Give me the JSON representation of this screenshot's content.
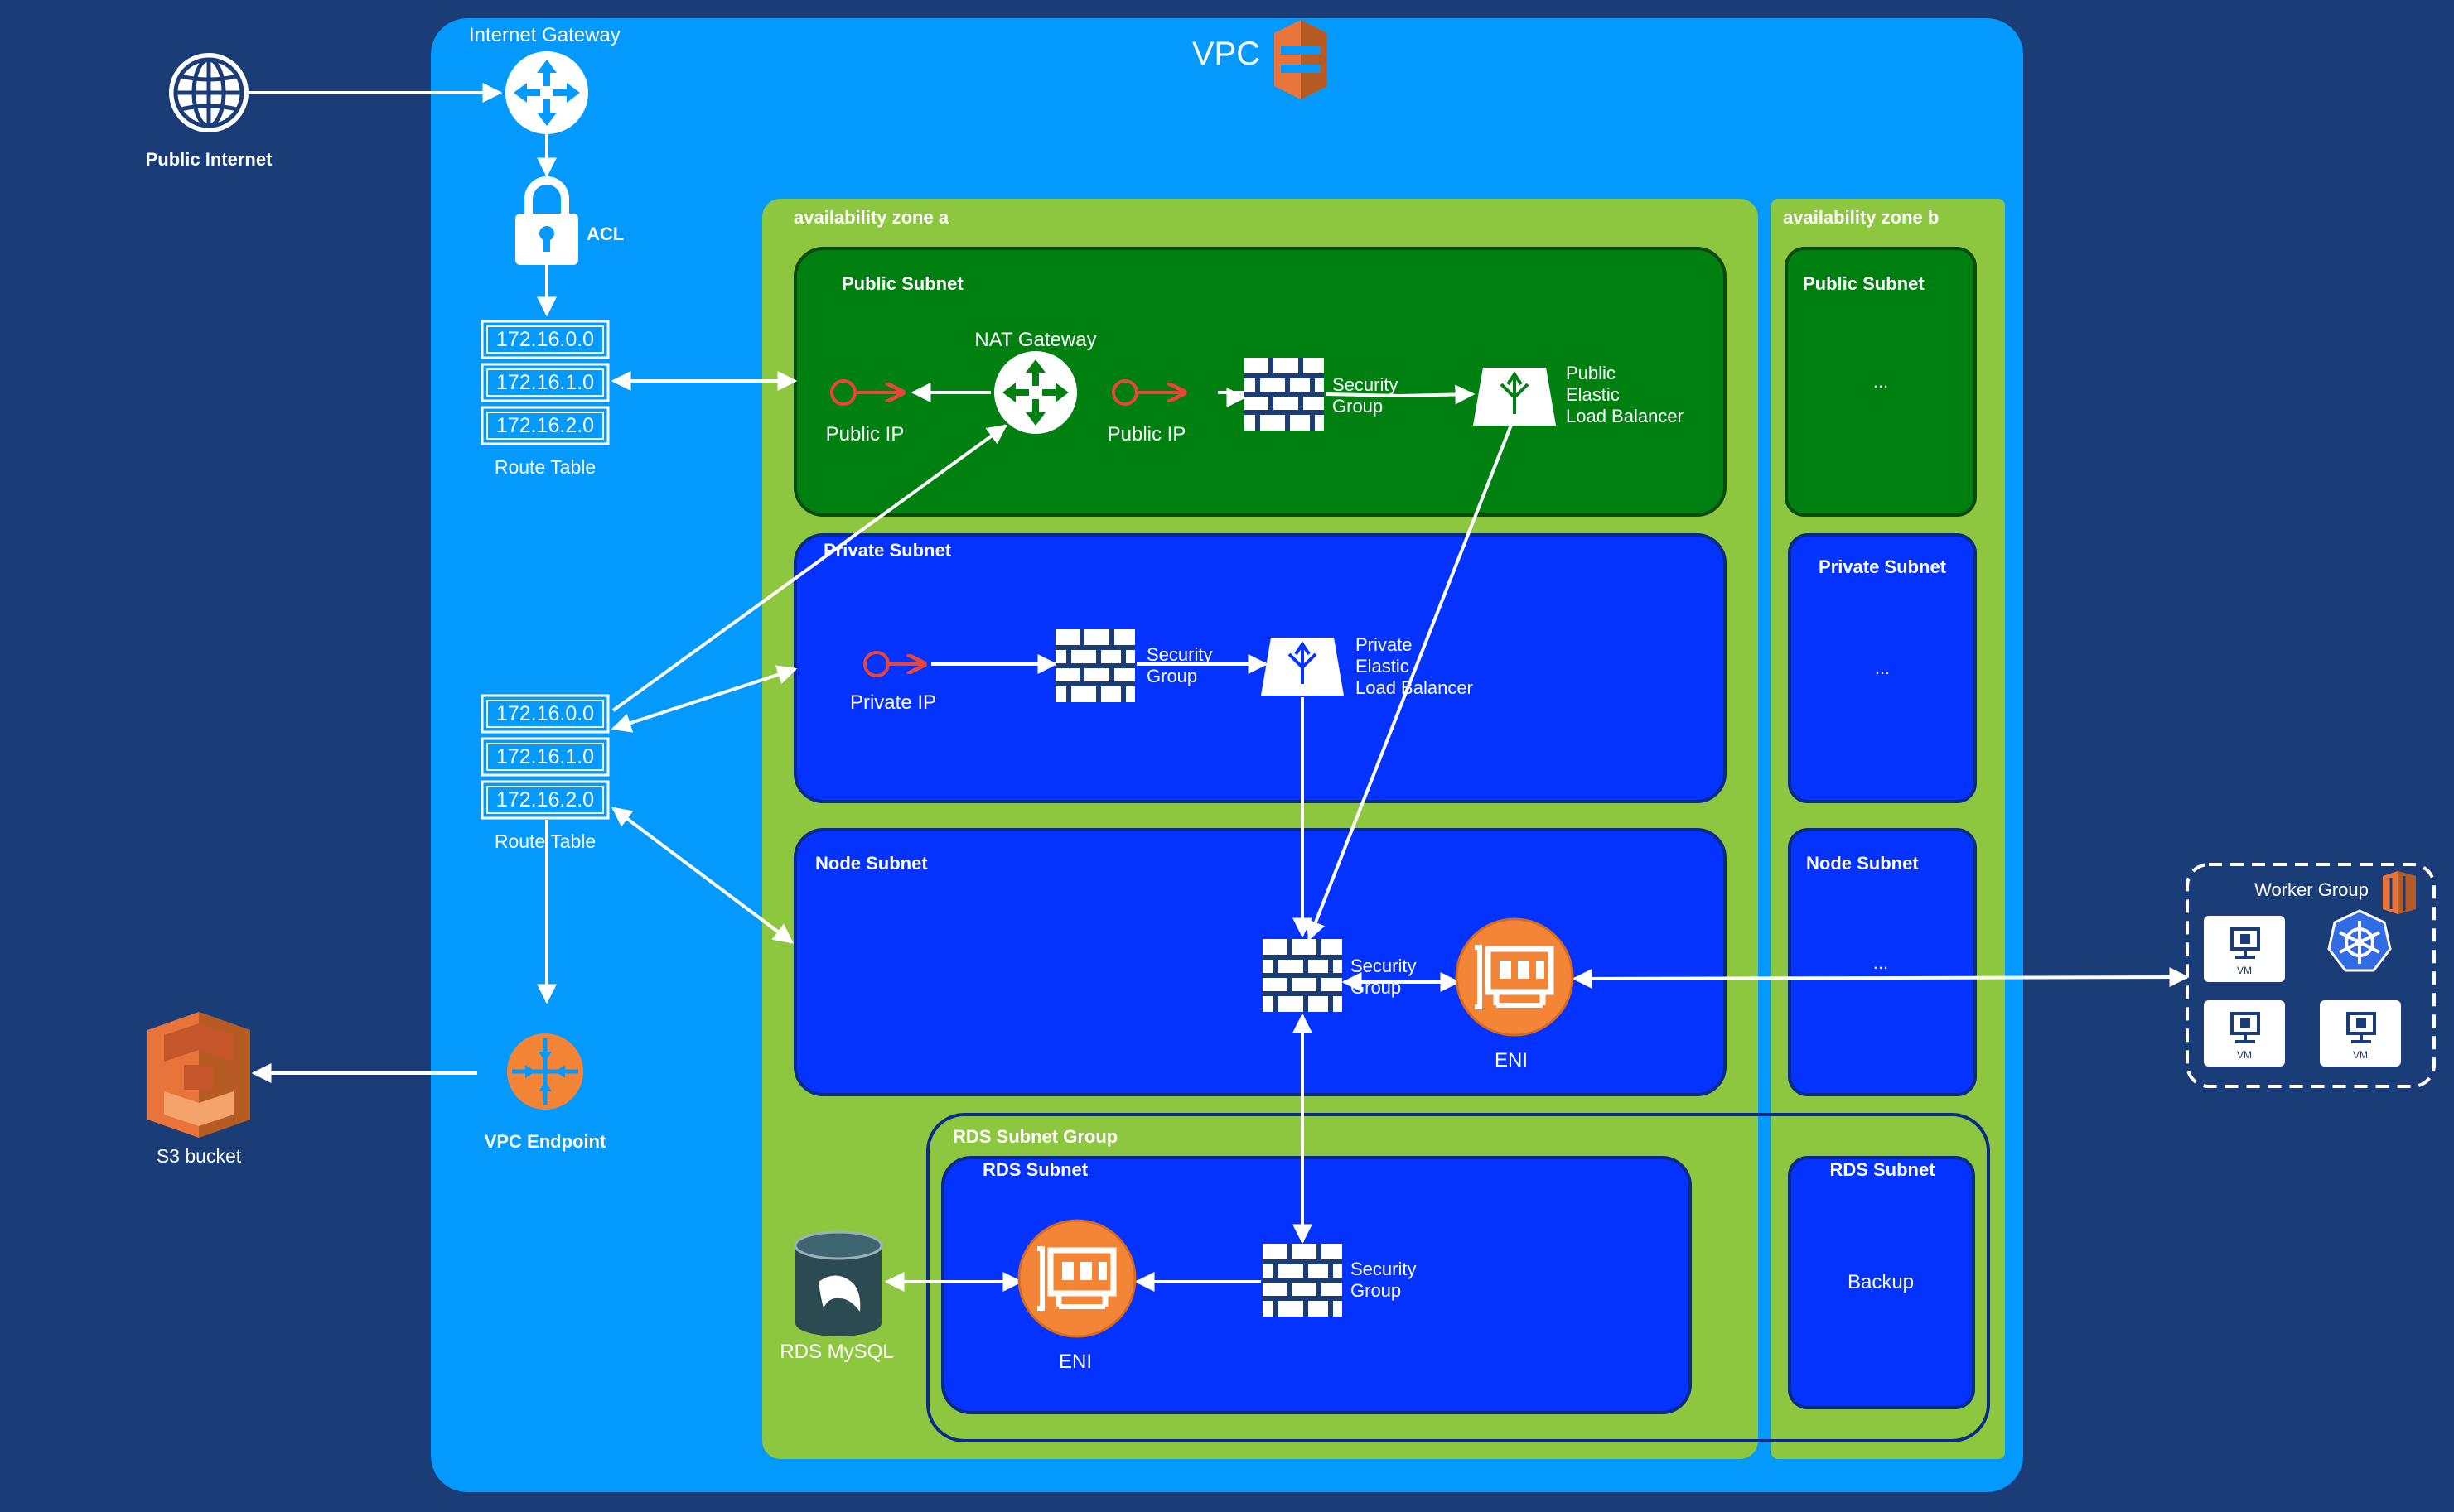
{
  "title": "VPC",
  "colors": {
    "background": "#1b3d77",
    "vpc": "#0399fd",
    "availability_zone": "#8dc63f",
    "public_subnet": "#018012",
    "private_subnet": "#0433ff",
    "eni": "#f58536",
    "aws_orange": "#e8743b"
  },
  "external": {
    "public_internet": "Public Internet",
    "s3_bucket": "S3 bucket"
  },
  "vpc_side": {
    "internet_gateway": "Internet Gateway",
    "acl": "ACL",
    "route_table_top": {
      "routes": [
        "172.16.0.0",
        "172.16.1.0",
        "172.16.2.0"
      ],
      "label": "Route Table"
    },
    "route_table_bottom": {
      "routes": [
        "172.16.0.0",
        "172.16.1.0",
        "172.16.2.0"
      ],
      "label": "Route Table"
    },
    "vpc_endpoint": "VPC Endpoint"
  },
  "zone_a": {
    "label": "availability zone a",
    "public_subnet": {
      "label": "Public Subnet",
      "public_ip_1": "Public IP",
      "nat_gateway": "NAT Gateway",
      "public_ip_2": "Public IP",
      "security_group": [
        "Security",
        "Group"
      ],
      "load_balancer": [
        "Public",
        "Elastic",
        "Load Balancer"
      ]
    },
    "private_subnet": {
      "label": "Private Subnet",
      "private_ip": "Private IP",
      "security_group": [
        "Security",
        "Group"
      ],
      "load_balancer": [
        "Private",
        "Elastic",
        "Load Balancer"
      ]
    },
    "node_subnet": {
      "label": "Node Subnet",
      "security_group": [
        "Security",
        "Group"
      ],
      "eni": "ENI"
    },
    "rds_subnet_group": {
      "label": "RDS Subnet Group",
      "rds_subnet": {
        "label": "RDS Subnet",
        "eni": "ENI",
        "security_group": [
          "Security",
          "Group"
        ]
      },
      "rds_mysql": "RDS MySQL"
    }
  },
  "zone_b": {
    "label": "availability zone b",
    "public_subnet": {
      "label": "Public Subnet",
      "content": "..."
    },
    "private_subnet": {
      "label": "Private Subnet",
      "content": "..."
    },
    "node_subnet": {
      "label": "Node Subnet",
      "content": "..."
    },
    "rds_subnet": {
      "label": "RDS Subnet",
      "content": "Backup"
    }
  },
  "worker_group": {
    "label": "Worker Group",
    "vm_label": "VM"
  }
}
